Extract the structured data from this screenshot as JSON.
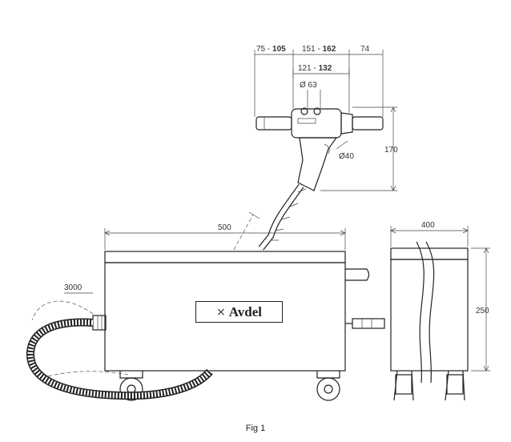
{
  "figure": {
    "caption": "Fig 1",
    "logo": {
      "brand": "Avdel",
      "mark_icon": "avdel-x-logo-icon"
    },
    "dimensions": {
      "tool_rear": "75 - ",
      "tool_rear_b": "105",
      "tool_mid": "151 - ",
      "tool_mid_b": "162",
      "tool_front": "74",
      "tool_inner": "121 - ",
      "tool_inner_b": "132",
      "head_diameter": "Ø 63",
      "nose_diameter": "Ø40",
      "tool_height": "170",
      "box_length": "500",
      "hose_length": "3000",
      "box_width": "400",
      "box_height": "250"
    }
  }
}
